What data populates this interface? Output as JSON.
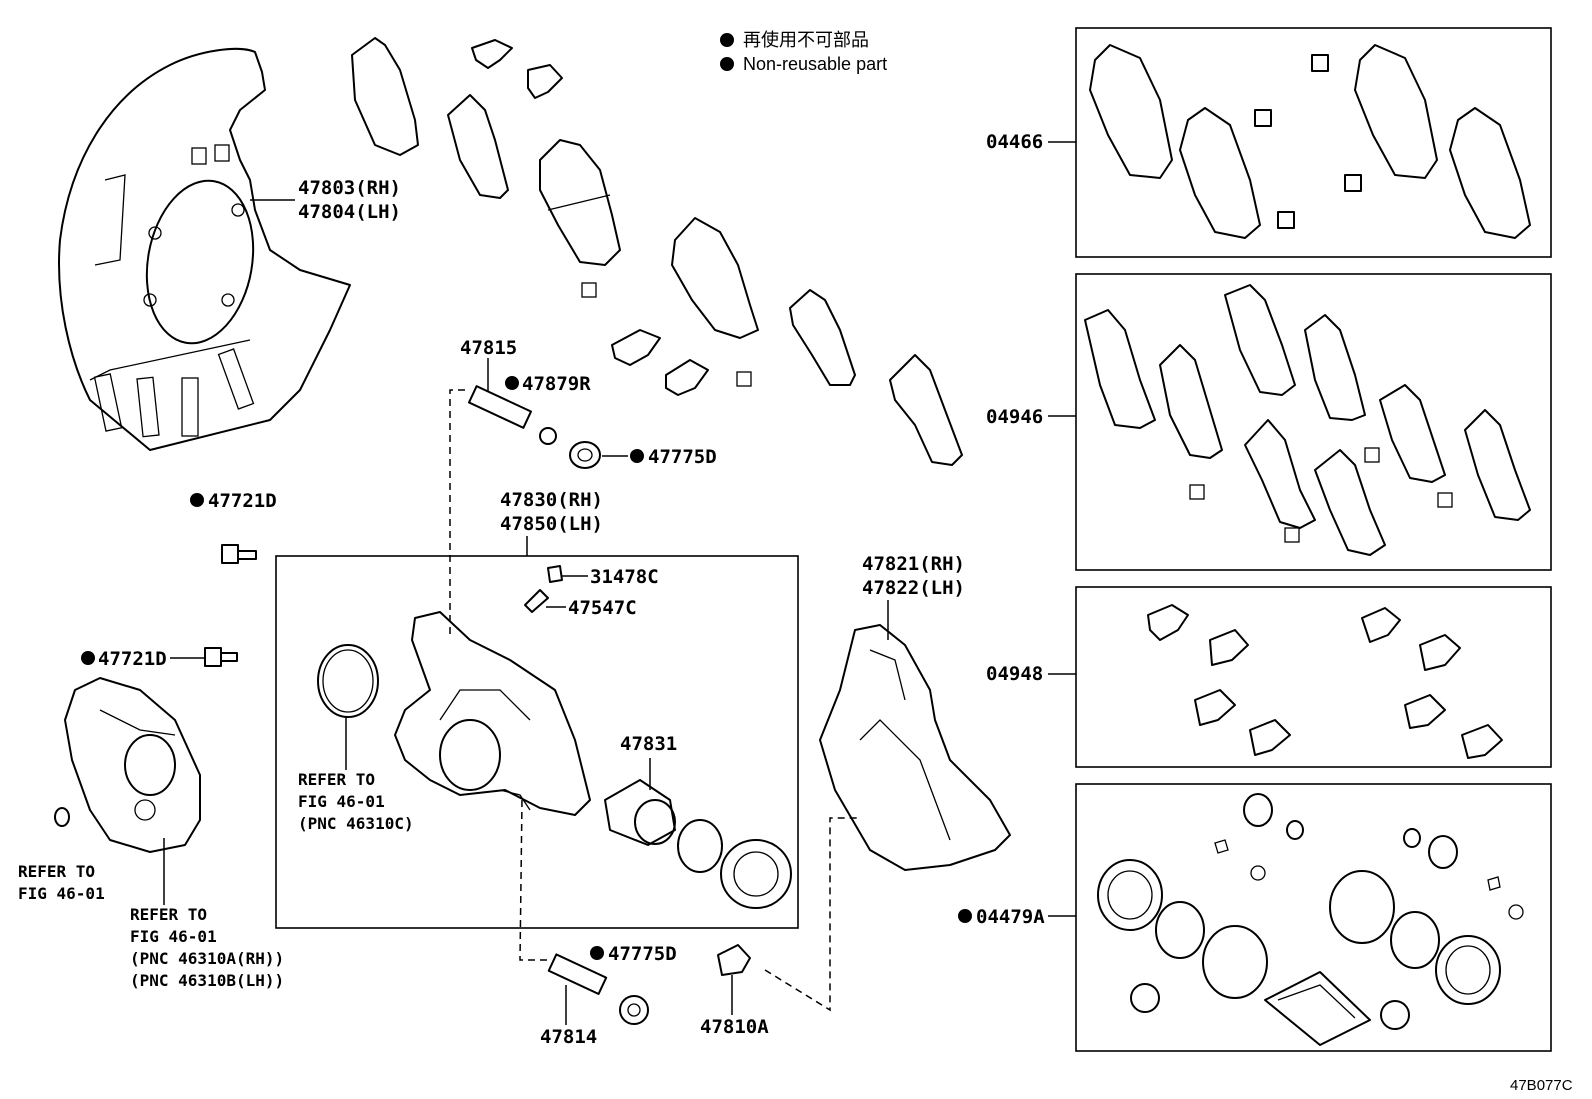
{
  "legend": {
    "line_ja": "再使用不可部品",
    "line_en": "Non-reusable part"
  },
  "labels": {
    "p47803": "47803(RH)",
    "p47804": "47804(LH)",
    "p47815": "47815",
    "p47879R": "47879R",
    "p47775D_top": "47775D",
    "p47721D_top": "47721D",
    "p47830": "47830(RH)",
    "p47850": "47850(LH)",
    "p31478C": "31478C",
    "p47547C": "47547C",
    "p47721D_left": "47721D",
    "p47831": "47831",
    "p47821": "47821(RH)",
    "p47822": "47822(LH)",
    "p47775D_bottom": "47775D",
    "p47814": "47814",
    "p47810A": "47810A",
    "p04466": "04466",
    "p04946": "04946",
    "p04948": "04948",
    "p04479A": "04479A"
  },
  "refs": {
    "ref_a": [
      "REFER TO",
      "FIG 46-01",
      "(PNC 46310C)"
    ],
    "ref_b": [
      "REFER TO",
      "FIG 46-01"
    ],
    "ref_c": [
      "REFER TO",
      "FIG 46-01",
      "(PNC 46310A(RH))",
      "(PNC 46310B(LH))"
    ]
  },
  "diagram_id": "47B077C"
}
